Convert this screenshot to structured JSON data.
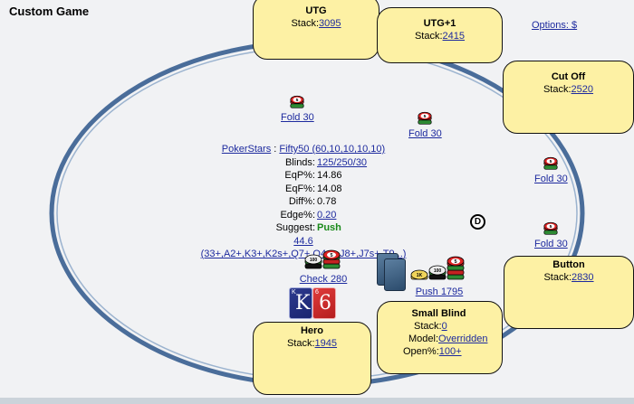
{
  "app": {
    "title": "Custom Game",
    "options_label": "Options: $"
  },
  "seats": {
    "utg": {
      "name": "UTG",
      "stack_label": "Stack:",
      "stack": "3095"
    },
    "utg1": {
      "name": "UTG+1",
      "stack_label": "Stack:",
      "stack": "2415"
    },
    "cutoff": {
      "name": "Cut Off",
      "stack_label": "Stack:",
      "stack": "2520"
    },
    "button": {
      "name": "Button",
      "stack_label": "Stack:",
      "stack": "2830"
    },
    "small_blind": {
      "name": "Small Blind",
      "stack_label": "Stack:",
      "stack": "0",
      "model_label": "Model:",
      "model": "Overridden",
      "open_label": "Open%:",
      "open": "100+"
    },
    "hero": {
      "name": "Hero",
      "stack_label": "Stack:",
      "stack": "1945"
    }
  },
  "actions": {
    "utg": "Fold 30",
    "utg1": "Fold 30",
    "cutoff": "Fold 30",
    "button": "Fold 30",
    "hero": "Check 280",
    "small_blind": "Push 1795"
  },
  "chips": {
    "fold": "5",
    "k1": "1K",
    "c100": "100"
  },
  "info": {
    "site": "PokerStars",
    "sep": " : ",
    "structure": "Fifty50 (60,10,10,10,10)",
    "blinds_label": "Blinds:",
    "blinds": "125/250/30",
    "eqp_label": "EqP%:",
    "eqp": "14.86",
    "eqf_label": "EqF%:",
    "eqf": "14.08",
    "diff_label": "Diff%:",
    "diff": "0.78",
    "edge_label": "Edge%:",
    "edge": "0.20",
    "suggest_label": "Suggest:",
    "suggest": "Push",
    "range": "44.6 (33+,A2+,K3+,K2s+,Q7+,Q4s+,J8+,J7s+,T9...)"
  },
  "dealer_label": "D",
  "hero_cards": [
    {
      "rank": "K",
      "suit_mark": "K",
      "color": "blue"
    },
    {
      "rank": "6",
      "suit_mark": "6",
      "color": "red"
    }
  ],
  "colors": {
    "seat_fill": "#fdf1a4",
    "table_rim": "#4a6d9a",
    "link": "#1d2a9e",
    "suggest": "#1a8a1a"
  }
}
